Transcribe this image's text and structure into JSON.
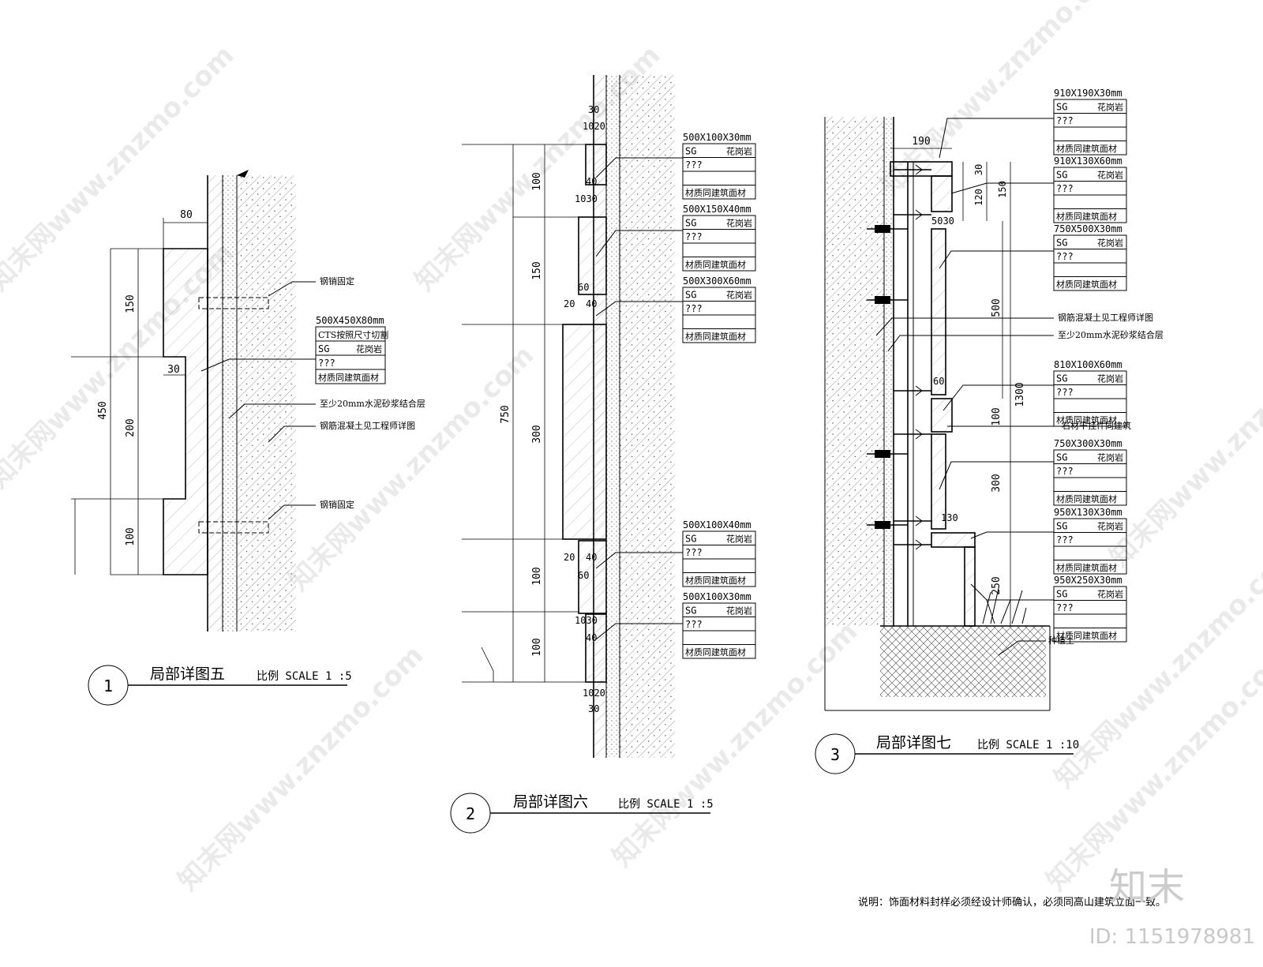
{
  "detail1": {
    "number": "1",
    "title": "局部详图五",
    "scale": "比例 SCALE 1 :5",
    "dims": {
      "d80": "80",
      "d150": "150",
      "d450": "450",
      "d200": "200",
      "d30": "30",
      "d100": "100"
    },
    "labels": {
      "pin_top": "钢销固定",
      "mortar": "至少20mm水泥砂浆结合层",
      "rc": "钢筋混凝土见工程师详图",
      "pin_bottom": "钢销固定"
    },
    "spec": {
      "size": "500X450X80mm",
      "l1": "CTS按照尺寸切割",
      "code": "SG",
      "material": "花岗岩",
      "qqq": "???",
      "note": "材质同建筑面材"
    }
  },
  "detail2": {
    "number": "2",
    "title": "局部详图六",
    "scale": "比例 SCALE 1 :5",
    "dims": {
      "d30a": "30",
      "d1020a": "1020",
      "d100a": "100",
      "d40a": "40",
      "d1030a": "1030",
      "d150": "150",
      "d60a": "60",
      "d20a": "20",
      "d40b": "40",
      "d750": "750",
      "d300": "300",
      "d20b": "20",
      "d40c": "40",
      "d60b": "60",
      "d100b": "100",
      "d1030b": "1030",
      "d40d": "40",
      "d100c": "100",
      "d1020b": "1020",
      "d30b": "30"
    },
    "specs": [
      {
        "size": "500X100X30mm",
        "code": "SG",
        "material": "花岗岩",
        "qqq": "???",
        "note": "材质同建筑面材"
      },
      {
        "size": "500X150X40mm",
        "code": "SG",
        "material": "花岗岩",
        "qqq": "???",
        "note": "材质同建筑面材"
      },
      {
        "size": "500X300X60mm",
        "code": "SG",
        "material": "花岗岩",
        "qqq": "???",
        "note": "材质同建筑面材"
      },
      {
        "size": "500X100X40mm",
        "code": "SG",
        "material": "花岗岩",
        "qqq": "???",
        "note": "材质同建筑面材"
      },
      {
        "size": "500X100X30mm",
        "code": "SG",
        "material": "花岗岩",
        "qqq": "???",
        "note": "材质同建筑面材"
      }
    ]
  },
  "detail3": {
    "number": "3",
    "title": "局部详图七",
    "scale": "比例 SCALE 1 :10",
    "dims": {
      "d190": "190",
      "d30": "30",
      "d120": "120",
      "d150": "150",
      "d5030": "5030",
      "d500": "500",
      "d60": "60",
      "d1300": "1300",
      "d100": "100",
      "d300": "300",
      "d130": "130",
      "d250": "250"
    },
    "labels": {
      "rc": "钢筋混凝土见工程师详图",
      "mortar": "至少20mm水泥砂浆结合层",
      "hanger": "石材干挂件同建筑",
      "soil": "种植土"
    },
    "specs": [
      {
        "size": "910X190X30mm",
        "code": "SG",
        "material": "花岗岩",
        "qqq": "???",
        "note": "材质同建筑面材"
      },
      {
        "size": "910X130X60mm",
        "code": "SG",
        "material": "花岗岩",
        "qqq": "???",
        "note": "材质同建筑面材"
      },
      {
        "size": "750X500X30mm",
        "code": "SG",
        "material": "花岗岩",
        "qqq": "???",
        "note": "材质同建筑面材"
      },
      {
        "size": "810X100X60mm",
        "code": "SG",
        "material": "花岗岩",
        "qqq": "???",
        "note": "材质同建筑面材"
      },
      {
        "size": "750X300X30mm",
        "code": "SG",
        "material": "花岗岩",
        "qqq": "???",
        "note": "材质同建筑面材"
      },
      {
        "size": "950X130X30mm",
        "code": "SG",
        "material": "花岗岩",
        "qqq": "???",
        "note": "材质同建筑面材"
      },
      {
        "size": "950X250X30mm",
        "code": "SG",
        "material": "花岗岩",
        "qqq": "???",
        "note": "材质同建筑面材"
      }
    ]
  },
  "footer": {
    "note": "说明：饰面材料封样必须经设计师确认，必须同高山建筑立面一致。",
    "logo": "知末",
    "id": "ID: 1151978981"
  },
  "watermark": "知末网www.znzmo.com"
}
